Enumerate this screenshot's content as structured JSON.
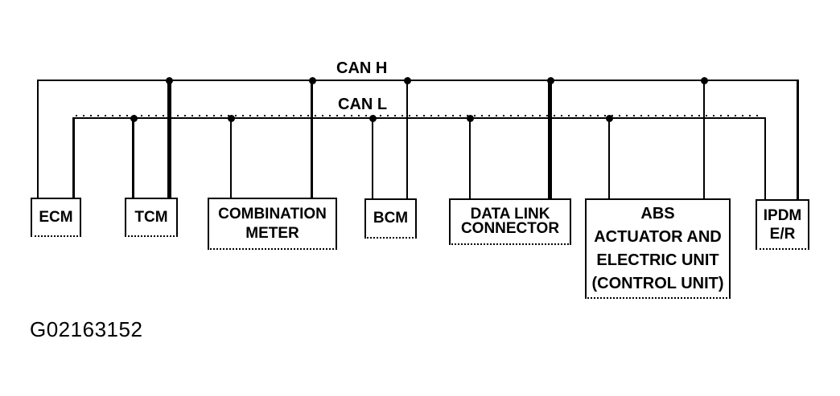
{
  "diagram": {
    "buses": [
      {
        "id": "can-h",
        "label": "CAN H"
      },
      {
        "id": "can-l",
        "label": "CAN L"
      }
    ],
    "nodes": [
      {
        "label": "ECM",
        "lines": [
          "ECM"
        ]
      },
      {
        "label": "TCM",
        "lines": [
          "TCM"
        ]
      },
      {
        "label": "COMBINATION METER",
        "lines": [
          "COMBINATION",
          "METER"
        ]
      },
      {
        "label": "BCM",
        "lines": [
          "BCM"
        ]
      },
      {
        "label": "DATA LINK CONNECTOR",
        "lines": [
          "DATA LINK",
          "CONNECTOR"
        ]
      },
      {
        "label": "ABS ACTUATOR AND ELECTRIC UNIT (CONTROL UNIT)",
        "lines": [
          "ABS",
          "ACTUATOR AND",
          "ELECTRIC UNIT",
          "(CONTROL UNIT)"
        ]
      },
      {
        "label": "IPDM E/R",
        "lines": [
          "IPDM",
          "E/R"
        ]
      }
    ],
    "figure_id": "G02163152",
    "colors": {
      "line": "#000000",
      "background": "#ffffff",
      "text": "#000000"
    }
  }
}
